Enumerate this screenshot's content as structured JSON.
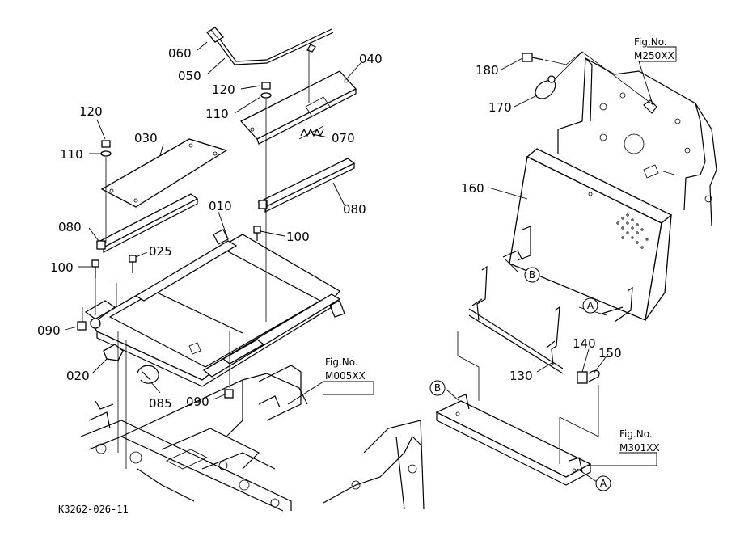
{
  "parts": [
    {
      "id": "p060",
      "num": "060"
    },
    {
      "id": "p050",
      "num": "050"
    },
    {
      "id": "p040",
      "num": "040"
    },
    {
      "id": "p120a",
      "num": "120"
    },
    {
      "id": "p110a",
      "num": "110"
    },
    {
      "id": "p070",
      "num": "070"
    },
    {
      "id": "p120b",
      "num": "120"
    },
    {
      "id": "p110b",
      "num": "110"
    },
    {
      "id": "p030",
      "num": "030"
    },
    {
      "id": "p010",
      "num": "010"
    },
    {
      "id": "p080a",
      "num": "080"
    },
    {
      "id": "p080b",
      "num": "080"
    },
    {
      "id": "p100a",
      "num": "100"
    },
    {
      "id": "p100b",
      "num": "100"
    },
    {
      "id": "p025",
      "num": "025"
    },
    {
      "id": "p090a",
      "num": "090"
    },
    {
      "id": "p090b",
      "num": "090"
    },
    {
      "id": "p020",
      "num": "020"
    },
    {
      "id": "p085",
      "num": "085"
    },
    {
      "id": "p180",
      "num": "180"
    },
    {
      "id": "p170",
      "num": "170"
    },
    {
      "id": "p160",
      "num": "160"
    },
    {
      "id": "p140",
      "num": "140"
    },
    {
      "id": "p150",
      "num": "150"
    },
    {
      "id": "p130",
      "num": "130"
    }
  ],
  "figure_refs": [
    {
      "id": "ref1",
      "label": "Fig.No.",
      "code": "M250XX"
    },
    {
      "id": "ref2",
      "label": "Fig.No.",
      "code": "M005XX"
    },
    {
      "id": "ref3",
      "label": "Fig.No.",
      "code": "M301XX"
    }
  ],
  "markers": [
    {
      "id": "mB1",
      "letter": "B"
    },
    {
      "id": "mA1",
      "letter": "A"
    },
    {
      "id": "mB2",
      "letter": "B"
    },
    {
      "id": "mA2",
      "letter": "A"
    }
  ],
  "drawing_code": "K3262-026-11"
}
